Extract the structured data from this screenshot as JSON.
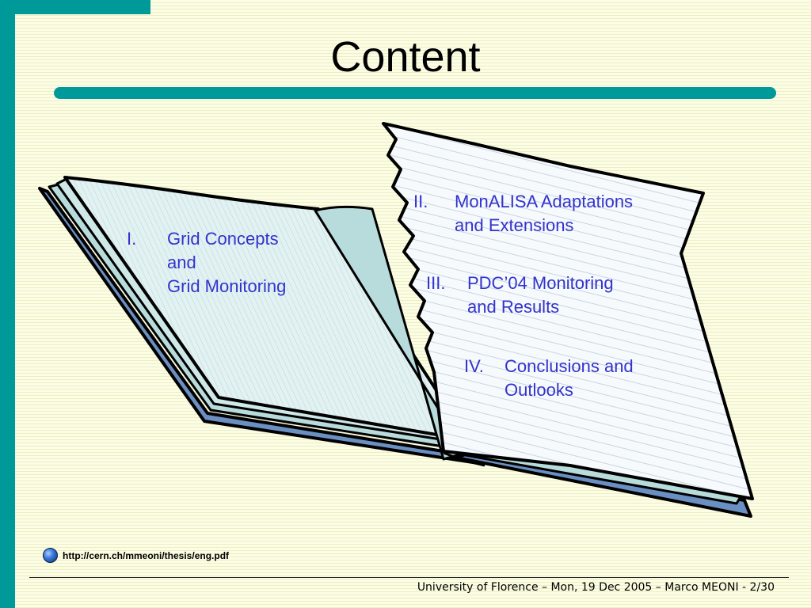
{
  "slide": {
    "title": "Content",
    "items": [
      {
        "num": "I.",
        "lines": [
          "Grid Concepts",
          "and",
          "Grid Monitoring"
        ]
      },
      {
        "num": "II.",
        "lines": [
          "MonALISA Adaptations",
          "and Extensions"
        ]
      },
      {
        "num": "III.",
        "lines": [
          "PDC’04 Monitoring",
          "and Results"
        ]
      },
      {
        "num": "IV.",
        "lines": [
          "Conclusions and",
          "Outlooks"
        ]
      }
    ],
    "link": "http://cern.ch/mmeoni/thesis/eng.pdf",
    "footer": "University of Florence – Mon, 19 Dec 2005 – Marco MEONI - 2/30"
  },
  "colors": {
    "accent": "#009999",
    "item_text": "#3333cc",
    "background": "#fdfde6"
  },
  "icons": [
    "globe-icon"
  ]
}
